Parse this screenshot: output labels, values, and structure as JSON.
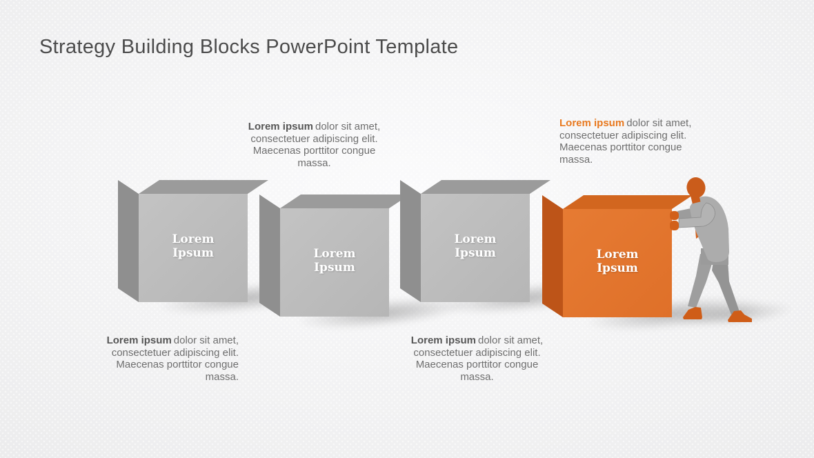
{
  "title": "Strategy Building Blocks PowerPoint Template",
  "blocks": [
    {
      "name": "block-1",
      "line1": "Lorem",
      "line2": "Ipsum",
      "color": "#bcbcbc"
    },
    {
      "name": "block-2",
      "line1": "Lorem",
      "line2": "Ipsum",
      "color": "#bcbcbc"
    },
    {
      "name": "block-3",
      "line1": "Lorem",
      "line2": "Ipsum",
      "color": "#bcbcbc"
    },
    {
      "name": "block-4",
      "line1": "Lorem",
      "line2": "Ipsum",
      "color": "#e2752e"
    }
  ],
  "captions": [
    {
      "lead": "Lorem ipsum",
      "body": "dolor sit amet, consectetuer adipiscing elit. Maecenas porttitor congue massa.",
      "align": "center",
      "lead_color": "#565656"
    },
    {
      "lead": "Lorem ipsum",
      "body": "dolor sit amet, consectetuer adipiscing elit. Maecenas porttitor congue massa.",
      "align": "left",
      "lead_color": "#e8791f"
    },
    {
      "lead": "Lorem ipsum",
      "body": "dolor sit amet, consectetuer adipiscing elit. Maecenas porttitor congue massa.",
      "align": "right",
      "lead_color": "#565656"
    },
    {
      "lead": "Lorem ipsum",
      "body": "dolor sit amet, consectetuer adipiscing elit. Maecenas porttitor congue massa.",
      "align": "center",
      "lead_color": "#565656"
    }
  ],
  "figure": {
    "name": "businessman-pushing-block-figure"
  },
  "colors": {
    "background": "#f1f1f2",
    "title_text": "#4b4b4b",
    "caption_text": "#6e6e6e",
    "accent_orange": "#e2752e",
    "block_gray": "#bcbcbc",
    "suit_gray": "#acacac"
  }
}
